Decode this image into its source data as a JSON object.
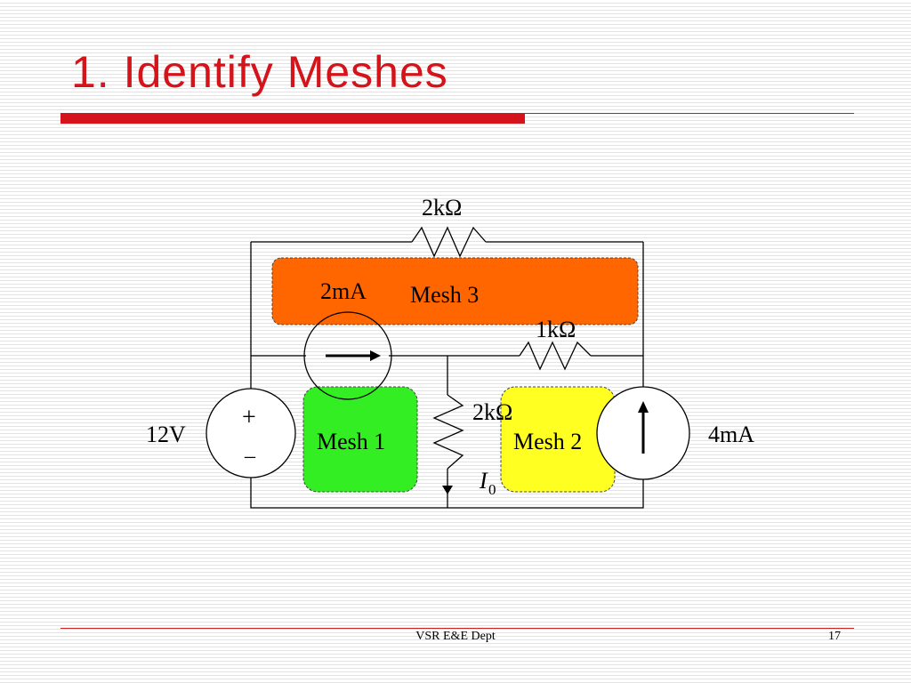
{
  "slide": {
    "title": "1. Identify Meshes",
    "footer": "VSR E&E Dept",
    "page_number": "17"
  },
  "circuit": {
    "top_resistor": "2kΩ",
    "current_source_left": "2mA",
    "mesh3_label": "Mesh 3",
    "middle_resistor": "1kΩ",
    "center_resistor": "2kΩ",
    "voltage_source": "12V",
    "plus_sign": "+",
    "minus_sign": "_",
    "mesh1_label": "Mesh 1",
    "mesh2_label": "Mesh 2",
    "current_source_right": "4mA",
    "current_label": "I",
    "current_subscript": "0",
    "mesh_colors": {
      "mesh1": "#33ee22",
      "mesh2": "#ffff22",
      "mesh3": "#ff6600"
    }
  }
}
